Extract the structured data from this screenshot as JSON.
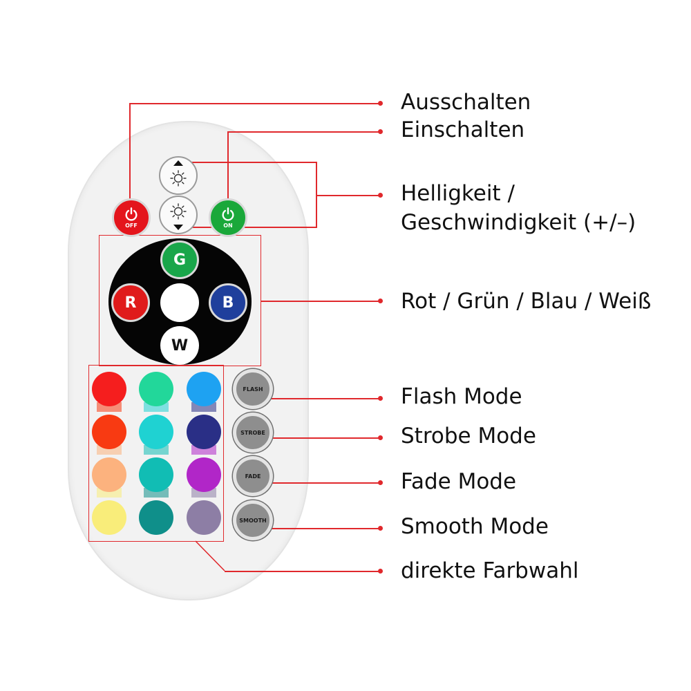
{
  "labels": {
    "off": "Ausschalten",
    "on": "Einschalten",
    "brightness_line1": "Helligkeit /",
    "brightness_line2": "Geschwindigkeit (+/–)",
    "rgbw": "Rot / Grün / Blau / Weiß",
    "flash": "Flash Mode",
    "strobe": "Strobe Mode",
    "fade": "Fade Mode",
    "smooth": "Smooth Mode",
    "direct": "direkte Farbwahl"
  },
  "remote": {
    "off_caption": "OFF",
    "on_caption": "ON",
    "green_letter": "G",
    "red_letter": "R",
    "blue_letter": "B",
    "white_letter": "W",
    "flash_caption": "FLASH",
    "strobe_caption": "STROBE",
    "fade_caption": "FADE",
    "smooth_caption": "SMOOTH"
  },
  "icons": {
    "power": "power-icon",
    "brightness_up": "sun-up-icon",
    "brightness_down": "sun-down-icon"
  },
  "colors": {
    "accent": "#e0282c",
    "off_button": "#e4151c",
    "on_button": "#1aa83a",
    "green_key": "#19a64a",
    "red_key": "#e01b1b",
    "blue_key": "#1f3f9c",
    "swatches": [
      [
        "#f51e1e",
        "#22d79a",
        "#1ea2f2"
      ],
      [
        "#f83a12",
        "#1fd2d2",
        "#2a2f86"
      ],
      [
        "#fcb27e",
        "#11bdb4",
        "#b126c8"
      ],
      [
        "#f9ed7a",
        "#0f8f8a",
        "#8d7ea5"
      ]
    ]
  }
}
